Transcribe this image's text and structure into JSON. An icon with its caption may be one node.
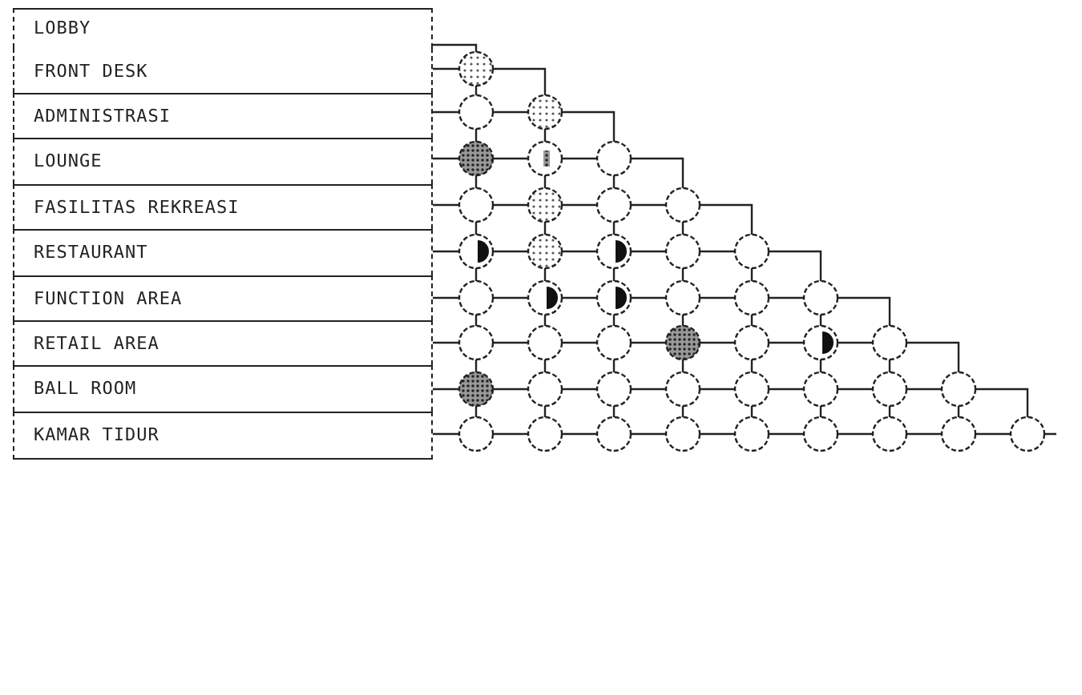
{
  "diagram": {
    "nodes": [
      {
        "text": [
          "LOBBY"
        ]
      },
      {
        "text": [
          "FRONT DESK"
        ]
      },
      {
        "text": [
          "ADMINISTRASI"
        ]
      },
      {
        "text": [
          "LOUNGE"
        ]
      },
      {
        "text": [
          "FASILITAS REKREASI"
        ]
      },
      {
        "text": [
          "RESTAURANT"
        ]
      },
      {
        "text": [
          "FUNCTION AREA"
        ]
      },
      {
        "text": [
          "RETAIL AREA"
        ]
      },
      {
        "text": [
          "BALL ROOM"
        ]
      },
      {
        "text": [
          "KAMAR TIDUR"
        ]
      }
    ]
  }
}
